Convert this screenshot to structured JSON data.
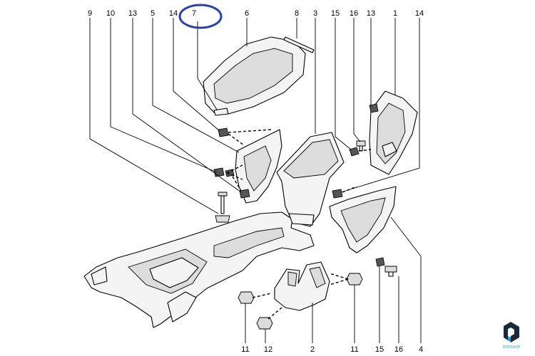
{
  "callouts_top": [
    {
      "id": "9",
      "label": "9"
    },
    {
      "id": "10",
      "label": "10"
    },
    {
      "id": "13a",
      "label": "13"
    },
    {
      "id": "5",
      "label": "5"
    },
    {
      "id": "14a",
      "label": "14"
    },
    {
      "id": "7",
      "label": "7"
    },
    {
      "id": "6",
      "label": "6"
    },
    {
      "id": "8",
      "label": "8"
    },
    {
      "id": "3",
      "label": "3"
    },
    {
      "id": "15a",
      "label": "15"
    },
    {
      "id": "16a",
      "label": "16"
    },
    {
      "id": "13b",
      "label": "13"
    },
    {
      "id": "1",
      "label": "1"
    },
    {
      "id": "14b",
      "label": "14"
    }
  ],
  "callouts_bottom": [
    {
      "id": "11a",
      "label": "11"
    },
    {
      "id": "12",
      "label": "12"
    },
    {
      "id": "2",
      "label": "2"
    },
    {
      "id": "11b",
      "label": "11"
    },
    {
      "id": "15b",
      "label": "15"
    },
    {
      "id": "16b",
      "label": "16"
    },
    {
      "id": "4",
      "label": "4"
    }
  ],
  "highlight": {
    "target": "7",
    "color": "#2b3fa8"
  },
  "logo": {
    "text": "DDPSHOP",
    "icon": "ddpshop-logo-icon",
    "color": "#1a2a3a",
    "accent": "#1aa3e8"
  }
}
